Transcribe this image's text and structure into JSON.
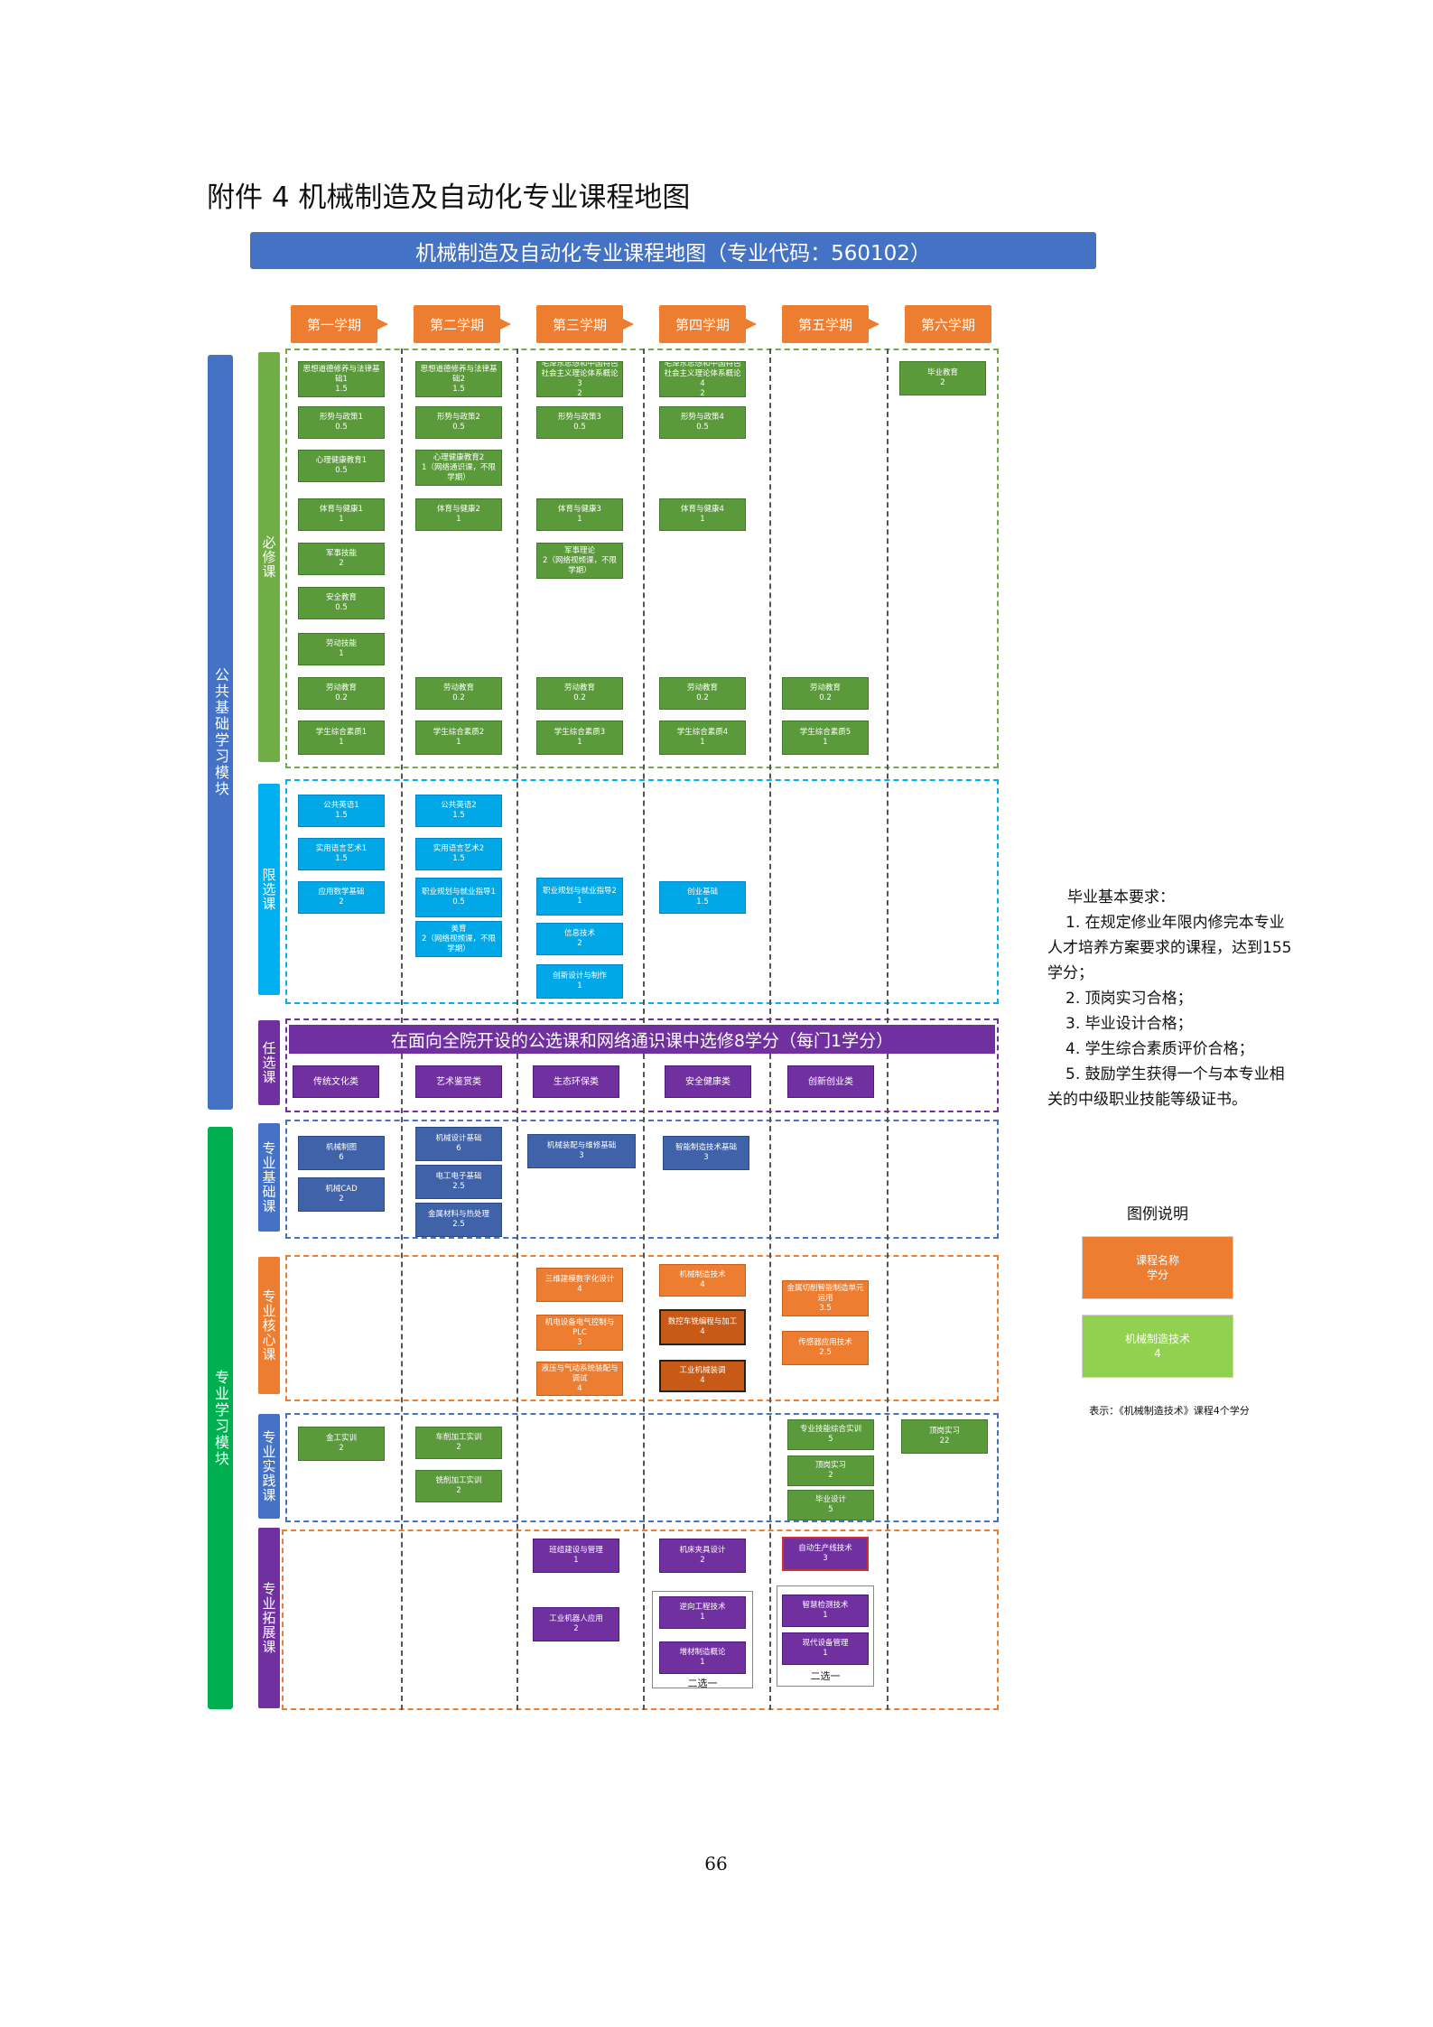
{
  "doc_title": "附件 4 机械制造及自动化专业课程地图",
  "banner": "机械制造及自动化专业课程地图（专业代码：560102）",
  "semesters": [
    "第一学期",
    "第二学期",
    "第三学期",
    "第四学期",
    "第五学期",
    "第六学期"
  ],
  "modules": {
    "public": "公共基础学习模块",
    "professional": "专业学习模块"
  },
  "sections": {
    "required": "必修课",
    "limited": "限选课",
    "optional": "任选课",
    "basic": "专业基础课",
    "core": "专业核心课",
    "practice": "专业实践课",
    "extension": "专业拓展课"
  },
  "elective_banner": "在面向全院开设的公选课和网络通识课中选修8学分（每门1学分）",
  "courses": {
    "req": [
      [
        "思想道德修养与法律基础1",
        "1.5"
      ],
      [
        "形势与政策1",
        "0.5"
      ],
      [
        "心理健康教育1",
        "0.5"
      ],
      [
        "体育与健康1",
        "1"
      ],
      [
        "军事技能",
        "2"
      ],
      [
        "安全教育",
        "0.5"
      ],
      [
        "劳动技能",
        "1"
      ],
      [
        "劳动教育",
        "0.2"
      ],
      [
        "学生综合素质1",
        "1"
      ],
      [
        "思想道德修养与法律基础2",
        "1.5"
      ],
      [
        "形势与政策2",
        "0.5"
      ],
      [
        "心理健康教育2",
        "1（网络通识课，不限学期）"
      ],
      [
        "体育与健康2",
        "1"
      ],
      [
        "劳动教育",
        "0.2"
      ],
      [
        "学生综合素质2",
        "1"
      ],
      [
        "毛泽东思想和中国特色社会主义理论体系概论3",
        "2"
      ],
      [
        "形势与政策3",
        "0.5"
      ],
      [
        "体育与健康3",
        "1"
      ],
      [
        "军事理论",
        "2（网络视频课，不限学期）"
      ],
      [
        "劳动教育",
        "0.2"
      ],
      [
        "学生综合素质3",
        "1"
      ],
      [
        "毛泽东思想和中国特色社会主义理论体系概论4",
        "2"
      ],
      [
        "形势与政策4",
        "0.5"
      ],
      [
        "体育与健康4",
        "1"
      ],
      [
        "劳动教育",
        "0.2"
      ],
      [
        "学生综合素质4",
        "1"
      ],
      [
        "劳动教育",
        "0.2"
      ],
      [
        "学生综合素质5",
        "1"
      ],
      [
        "毕业教育",
        "2"
      ]
    ],
    "lim": [
      [
        "公共英语1",
        "1.5"
      ],
      [
        "实用语言艺术1",
        "1.5"
      ],
      [
        "应用数学基础",
        "2"
      ],
      [
        "公共英语2",
        "1.5"
      ],
      [
        "实用语言艺术2",
        "1.5"
      ],
      [
        "职业规划与就业指导1",
        "0.5"
      ],
      [
        "美育",
        "2（网络视频课，不限学期）"
      ],
      [
        "职业规划与就业指导2",
        "1"
      ],
      [
        "信息技术",
        "2"
      ],
      [
        "创新设计与制作",
        "1"
      ],
      [
        "创业基础",
        "1.5"
      ]
    ],
    "opt": [
      "传统文化类",
      "艺术鉴赏类",
      "生态环保类",
      "安全健康类",
      "创新创业类"
    ],
    "basic": [
      [
        "机械制图",
        "6"
      ],
      [
        "机械CAD",
        "2"
      ],
      [
        "机械设计基础",
        "6"
      ],
      [
        "电工电子基础",
        "2.5"
      ],
      [
        "金属材料与热处理",
        "2.5"
      ],
      [
        "机械装配与维修基础",
        "3"
      ],
      [
        "智能制造技术基础",
        "3"
      ]
    ],
    "core": [
      [
        "三维建模数字化设计",
        "4"
      ],
      [
        "机电设备电气控制与PLC",
        "3"
      ],
      [
        "液压与气动系统装配与调试",
        "4"
      ],
      [
        "机械制造技术",
        "4"
      ],
      [
        "数控车铣编程与加工",
        "4"
      ],
      [
        "工业机械装调",
        "4"
      ],
      [
        "金属切削智能制造单元运用",
        "3.5"
      ],
      [
        "传感器应用技术",
        "2.5"
      ]
    ],
    "prac": [
      [
        "金工实训",
        "2"
      ],
      [
        "车削加工实训",
        "2"
      ],
      [
        "铣削加工实训",
        "2"
      ],
      [
        "专业技能综合实训",
        "5"
      ],
      [
        "顶岗实习",
        "2"
      ],
      [
        "毕业设计",
        "5"
      ],
      [
        "顶岗实习",
        "22"
      ]
    ],
    "ext": [
      [
        "班组建设与管理",
        "1"
      ],
      [
        "工业机器人应用",
        "2"
      ],
      [
        "机床夹具设计",
        "2"
      ],
      [
        "逆向工程技术",
        "1"
      ],
      [
        "增材制造概论",
        "1"
      ],
      [
        "自动生产线技术",
        "3"
      ],
      [
        "智慧检测技术",
        "1"
      ],
      [
        "现代设备管理",
        "1"
      ]
    ],
    "choose_one": [
      "二选一",
      "二选一"
    ]
  },
  "requirements": {
    "title": "毕业基本要求：",
    "items": [
      "1. 在规定修业年限内修完本专业人才培养方案要求的课程，达到155学分；",
      "2. 顶岗实习合格；",
      "3. 毕业设计合格；",
      "4. 学生综合素质评价合格；",
      "5. 鼓励学生获得一个与本专业相关的中级职业技能等级证书。"
    ]
  },
  "legend": {
    "title": "图例说明",
    "box1_name": "课程名称",
    "box1_credit": "学分",
    "box2_name": "机械制造技术",
    "box2_credit": "4",
    "note": "表示：《机械制造技术》课程4个学分"
  },
  "page_number": "66",
  "colors": {
    "green": "#5b9a3a",
    "blue": "#00a8e8",
    "navy": "#3f62a8",
    "orange": "#ed7d31",
    "purple": "#7030a0",
    "banner": "#4472c4"
  }
}
